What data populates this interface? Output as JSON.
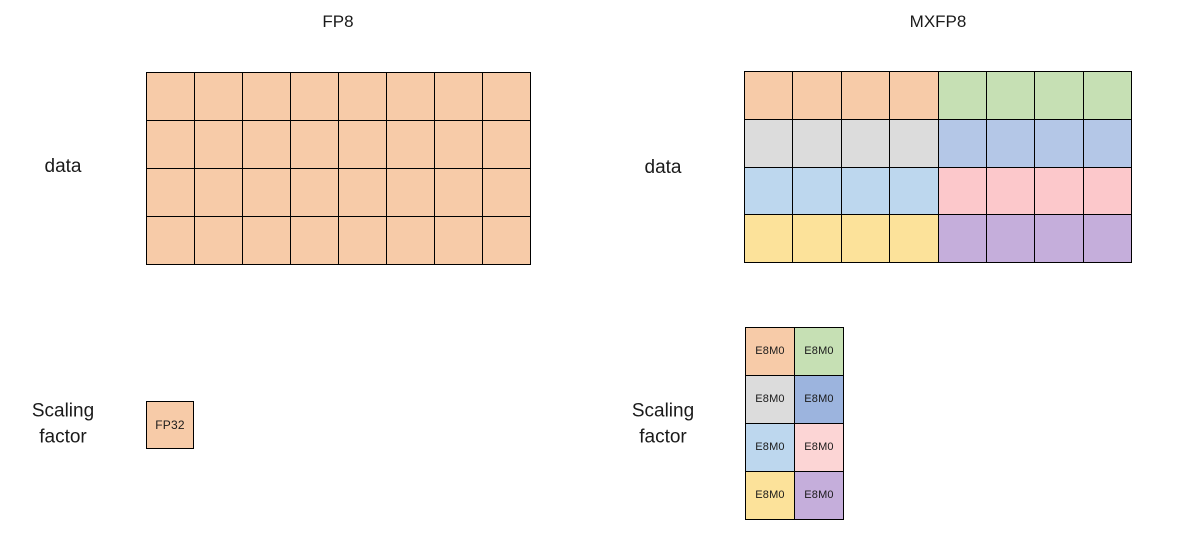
{
  "panels": [
    {
      "id": "fp8",
      "title": "FP8",
      "data_label": "data",
      "scale_label": "Scaling\nfactor",
      "data_grid": {
        "cols": 8,
        "rows": 4,
        "cells": [
          {
            "label": "",
            "color": "#f7cba8"
          },
          {
            "label": "",
            "color": "#f7cba8"
          },
          {
            "label": "",
            "color": "#f7cba8"
          },
          {
            "label": "",
            "color": "#f7cba8"
          },
          {
            "label": "",
            "color": "#f7cba8"
          },
          {
            "label": "",
            "color": "#f7cba8"
          },
          {
            "label": "",
            "color": "#f7cba8"
          },
          {
            "label": "",
            "color": "#f7cba8"
          },
          {
            "label": "",
            "color": "#f7cba8"
          },
          {
            "label": "",
            "color": "#f7cba8"
          },
          {
            "label": "",
            "color": "#f7cba8"
          },
          {
            "label": "",
            "color": "#f7cba8"
          },
          {
            "label": "",
            "color": "#f7cba8"
          },
          {
            "label": "",
            "color": "#f7cba8"
          },
          {
            "label": "",
            "color": "#f7cba8"
          },
          {
            "label": "",
            "color": "#f7cba8"
          },
          {
            "label": "",
            "color": "#f7cba8"
          },
          {
            "label": "",
            "color": "#f7cba8"
          },
          {
            "label": "",
            "color": "#f7cba8"
          },
          {
            "label": "",
            "color": "#f7cba8"
          },
          {
            "label": "",
            "color": "#f7cba8"
          },
          {
            "label": "",
            "color": "#f7cba8"
          },
          {
            "label": "",
            "color": "#f7cba8"
          },
          {
            "label": "",
            "color": "#f7cba8"
          },
          {
            "label": "",
            "color": "#f7cba8"
          },
          {
            "label": "",
            "color": "#f7cba8"
          },
          {
            "label": "",
            "color": "#f7cba8"
          },
          {
            "label": "",
            "color": "#f7cba8"
          },
          {
            "label": "",
            "color": "#f7cba8"
          },
          {
            "label": "",
            "color": "#f7cba8"
          },
          {
            "label": "",
            "color": "#f7cba8"
          },
          {
            "label": "",
            "color": "#f7cba8"
          }
        ]
      },
      "scale_grid": {
        "cols": 1,
        "rows": 1,
        "cells": [
          {
            "label": "FP32",
            "color": "#f7cba8"
          }
        ]
      }
    },
    {
      "id": "mxfp8",
      "title": "MXFP8",
      "data_label": "data",
      "scale_label": "Scaling\nfactor",
      "data_grid": {
        "cols": 8,
        "rows": 4,
        "cells": [
          {
            "label": "",
            "color": "#f7cba8"
          },
          {
            "label": "",
            "color": "#f7cba8"
          },
          {
            "label": "",
            "color": "#f7cba8"
          },
          {
            "label": "",
            "color": "#f7cba8"
          },
          {
            "label": "",
            "color": "#c6e0b4"
          },
          {
            "label": "",
            "color": "#c6e0b4"
          },
          {
            "label": "",
            "color": "#c6e0b4"
          },
          {
            "label": "",
            "color": "#c6e0b4"
          },
          {
            "label": "",
            "color": "#dcdcdc"
          },
          {
            "label": "",
            "color": "#dcdcdc"
          },
          {
            "label": "",
            "color": "#dcdcdc"
          },
          {
            "label": "",
            "color": "#dcdcdc"
          },
          {
            "label": "",
            "color": "#b4c7e7"
          },
          {
            "label": "",
            "color": "#b4c7e7"
          },
          {
            "label": "",
            "color": "#b4c7e7"
          },
          {
            "label": "",
            "color": "#b4c7e7"
          },
          {
            "label": "",
            "color": "#bdd7ee"
          },
          {
            "label": "",
            "color": "#bdd7ee"
          },
          {
            "label": "",
            "color": "#bdd7ee"
          },
          {
            "label": "",
            "color": "#bdd7ee"
          },
          {
            "label": "",
            "color": "#fcc8cb"
          },
          {
            "label": "",
            "color": "#fcc8cb"
          },
          {
            "label": "",
            "color": "#fcc8cb"
          },
          {
            "label": "",
            "color": "#fcc8cb"
          },
          {
            "label": "",
            "color": "#fce29a"
          },
          {
            "label": "",
            "color": "#fce29a"
          },
          {
            "label": "",
            "color": "#fce29a"
          },
          {
            "label": "",
            "color": "#fce29a"
          },
          {
            "label": "",
            "color": "#c5aedb"
          },
          {
            "label": "",
            "color": "#c5aedb"
          },
          {
            "label": "",
            "color": "#c5aedb"
          },
          {
            "label": "",
            "color": "#c5aedb"
          }
        ]
      },
      "scale_grid": {
        "cols": 2,
        "rows": 4,
        "cells": [
          {
            "label": "E8M0",
            "color": "#f7cba8"
          },
          {
            "label": "E8M0",
            "color": "#c6e0b4"
          },
          {
            "label": "E8M0",
            "color": "#dcdcdc"
          },
          {
            "label": "E8M0",
            "color": "#9cb4de"
          },
          {
            "label": "E8M0",
            "color": "#bdd7ee"
          },
          {
            "label": "E8M0",
            "color": "#fcd5d5"
          },
          {
            "label": "E8M0",
            "color": "#fce29a"
          },
          {
            "label": "E8M0",
            "color": "#c5aedb"
          }
        ]
      }
    }
  ],
  "style": {
    "border_color": "#000000",
    "background": "#ffffff",
    "text_color": "#1a1a1a"
  }
}
